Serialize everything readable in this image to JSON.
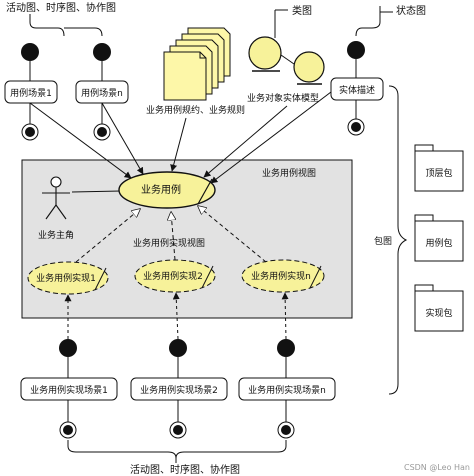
{
  "labels": {
    "top_left": "活动图、时序图、协作图",
    "class_diagram": "类图",
    "state_diagram": "状态图",
    "rules": "业务用例规约、业务规则",
    "entity_model": "业务对象实体模型",
    "usecase_view": "业务用例视图",
    "actor": "业务主角",
    "realization_view": "业务用例实现视图",
    "package_diagram": "包图",
    "bottom": "活动图、时序图、协作图",
    "watermark": "CSDN @Leo Han"
  },
  "scenarios_top": [
    "用例场景1",
    "用例场景n"
  ],
  "entity_desc": "实体描述",
  "business_usecase": "业务用例",
  "realizations": [
    "业务用例实现1",
    "业务用例实现2",
    "业务用例实现n"
  ],
  "scenarios_bottom": [
    "业务用例实现场景1",
    "业务用例实现场景2",
    "业务用例实现场景n"
  ],
  "packages": [
    "顶层包",
    "用例包",
    "实现包"
  ],
  "colors": {
    "ellipse_fill": "#f7f29a",
    "panel_fill": "#e2e2e2",
    "page_fill": "#fdf7a8"
  }
}
